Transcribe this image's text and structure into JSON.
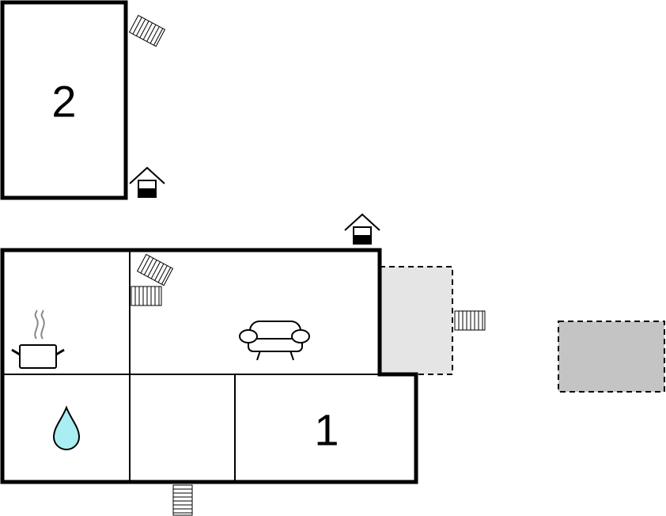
{
  "rooms": {
    "bedroom_2_label": "2",
    "bedroom_1_label": "1"
  },
  "icons": {
    "entrance": "house-entrance-icon",
    "kitchen": "cooking-pot-icon",
    "bathroom": "water-drop-icon",
    "living_room": "sofa-icon",
    "stairs": "stairs-icon"
  },
  "areas": {
    "terrace": "dashed-outdoor-area",
    "parking": "dashed-outdoor-area"
  },
  "colors": {
    "wall": "#000000",
    "terrace_fill": "#e5e5e5",
    "parking_fill": "#c4c4c4",
    "water_fill": "#a8eef2",
    "pot_steam": "#888888"
  }
}
